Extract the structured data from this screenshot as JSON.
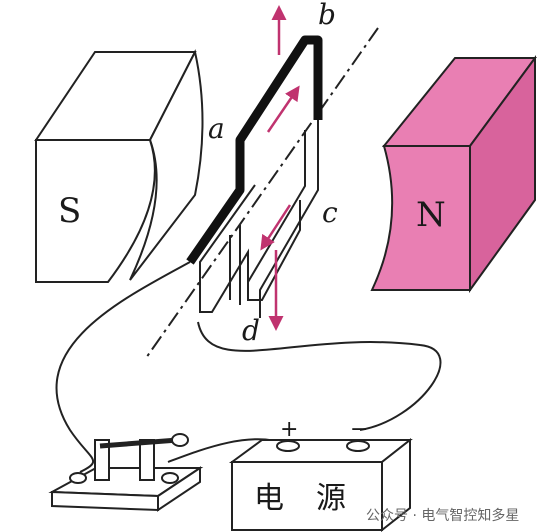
{
  "magnets": {
    "south": {
      "label": "S",
      "color": "#ffffff"
    },
    "north": {
      "label": "N",
      "color": "#e97fb3"
    }
  },
  "coil": {
    "corner_labels": {
      "a": "a",
      "b": "b",
      "c": "c",
      "d": "d"
    },
    "arrow_color": "#c0336f"
  },
  "power_supply": {
    "label_char_1": "电",
    "label_char_2": "源",
    "positive_sign": "+",
    "negative_sign": "−"
  },
  "watermark": "公众号 · 电气智控知多星"
}
